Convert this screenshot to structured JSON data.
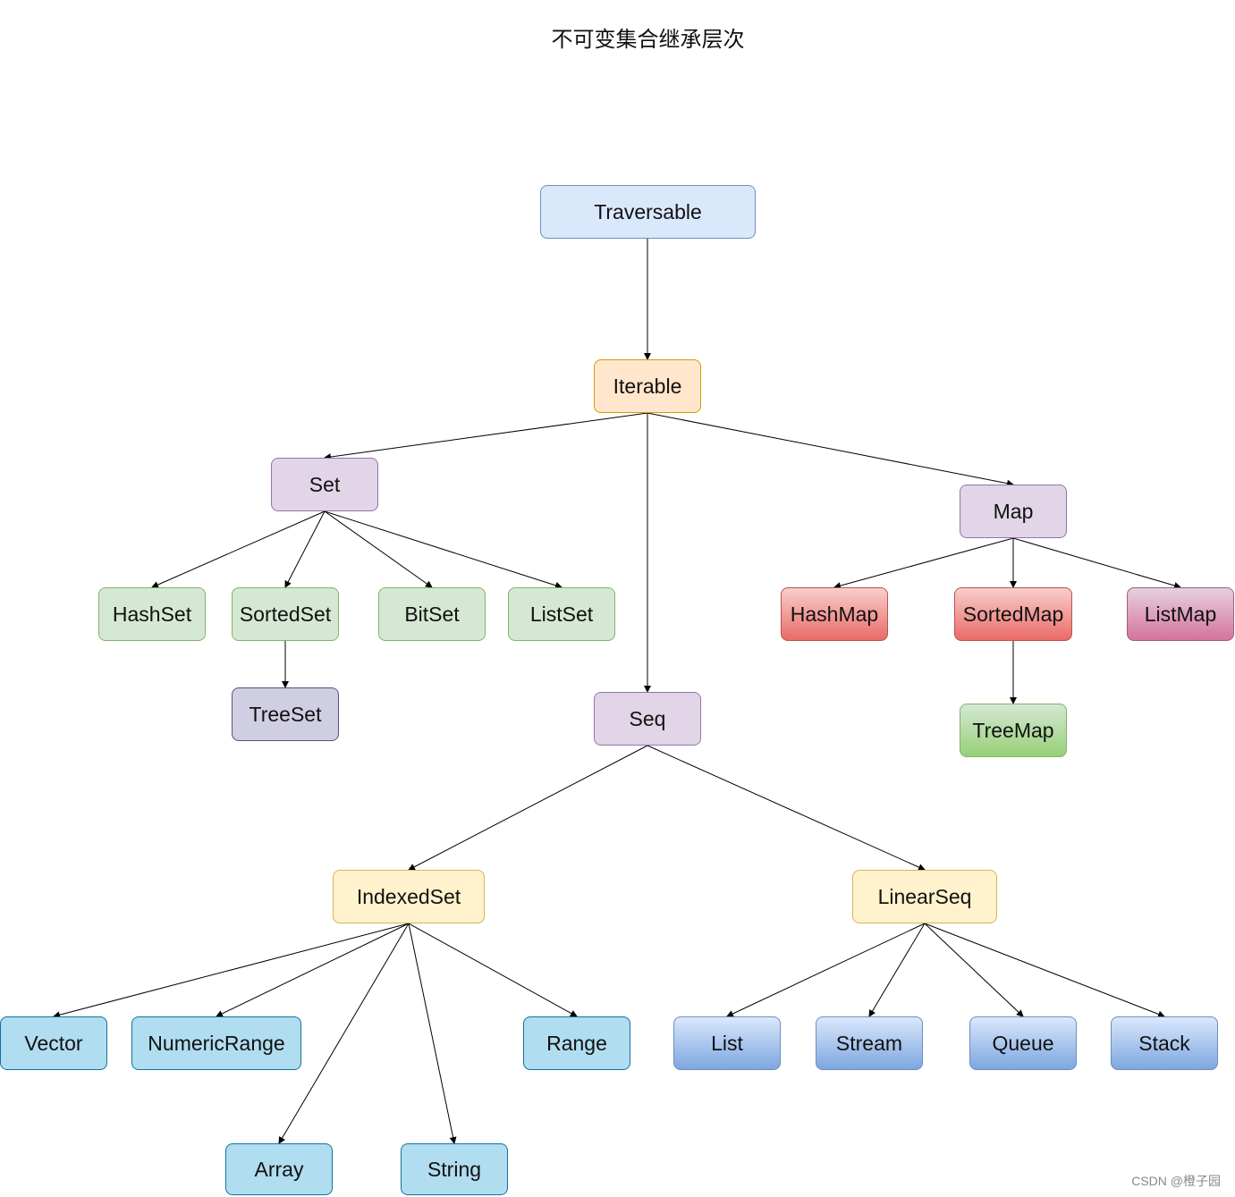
{
  "title": "不可变集合继承层次",
  "watermark": "CSDN @橙子园",
  "nodes": {
    "traversable": "Traversable",
    "iterable": "Iterable",
    "set": "Set",
    "map": "Map",
    "hashset": "HashSet",
    "sortedset": "SortedSet",
    "bitset": "BitSet",
    "listset": "ListSet",
    "treeset": "TreeSet",
    "hashmap": "HashMap",
    "sortedmap": "SortedMap",
    "listmap": "ListMap",
    "treemap": "TreeMap",
    "seq": "Seq",
    "indexedset": "IndexedSet",
    "linearseq": "LinearSeq",
    "vector": "Vector",
    "numericrange": "NumericRange",
    "range": "Range",
    "array": "Array",
    "string": "String",
    "list": "List",
    "stream": "Stream",
    "queue": "Queue",
    "stack": "Stack"
  },
  "colors": {
    "edge": "#000000",
    "blue_fill": "#dae8fc",
    "orange_fill": "#ffe6cc",
    "purple_fill": "#e1d5e7",
    "green_fill": "#d5e8d4",
    "yellow_fill": "#fff2cc",
    "cyan_fill": "#b1ddf0",
    "red_fill": "#ea6b66"
  }
}
